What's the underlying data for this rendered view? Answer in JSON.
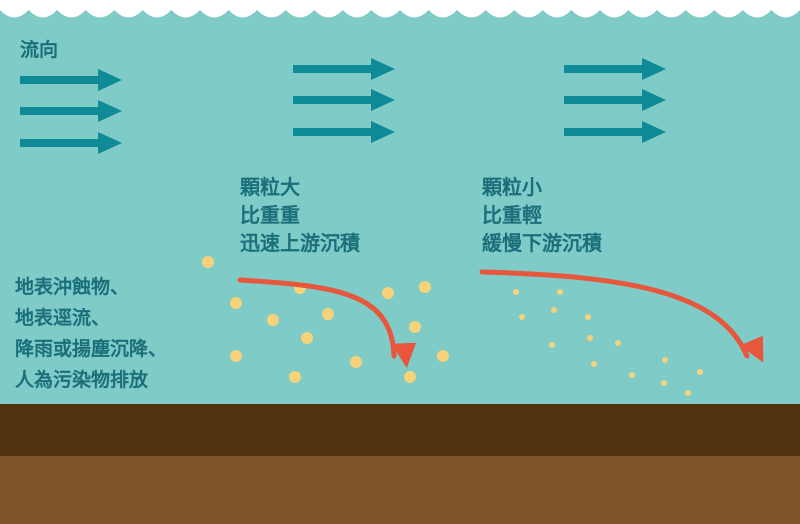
{
  "labels": {
    "flow_direction": "流向",
    "large_particles": [
      "顆粒大",
      "比重重",
      "迅速上游沉積"
    ],
    "small_particles": [
      "顆粒小",
      "比重輕",
      "緩慢下游沉積"
    ],
    "pollution_sources": [
      "地表沖蝕物、",
      "地表逕流、",
      "降雨或揚塵沉降、",
      "人為污染物排放"
    ]
  },
  "colors": {
    "water": "#7ecbc7",
    "surface_white": "#ffffff",
    "flow_arrow": "#0e8b96",
    "label_text": "#1a6f7a",
    "sediment_top": "#52330f",
    "sediment_bottom": "#7e5427",
    "particle": "#f7d27a",
    "settling_path": "#e8573c"
  },
  "icons": {
    "flow_arrow": "right-arrow-icon",
    "settling_path": "curved-arrow-down-icon"
  }
}
